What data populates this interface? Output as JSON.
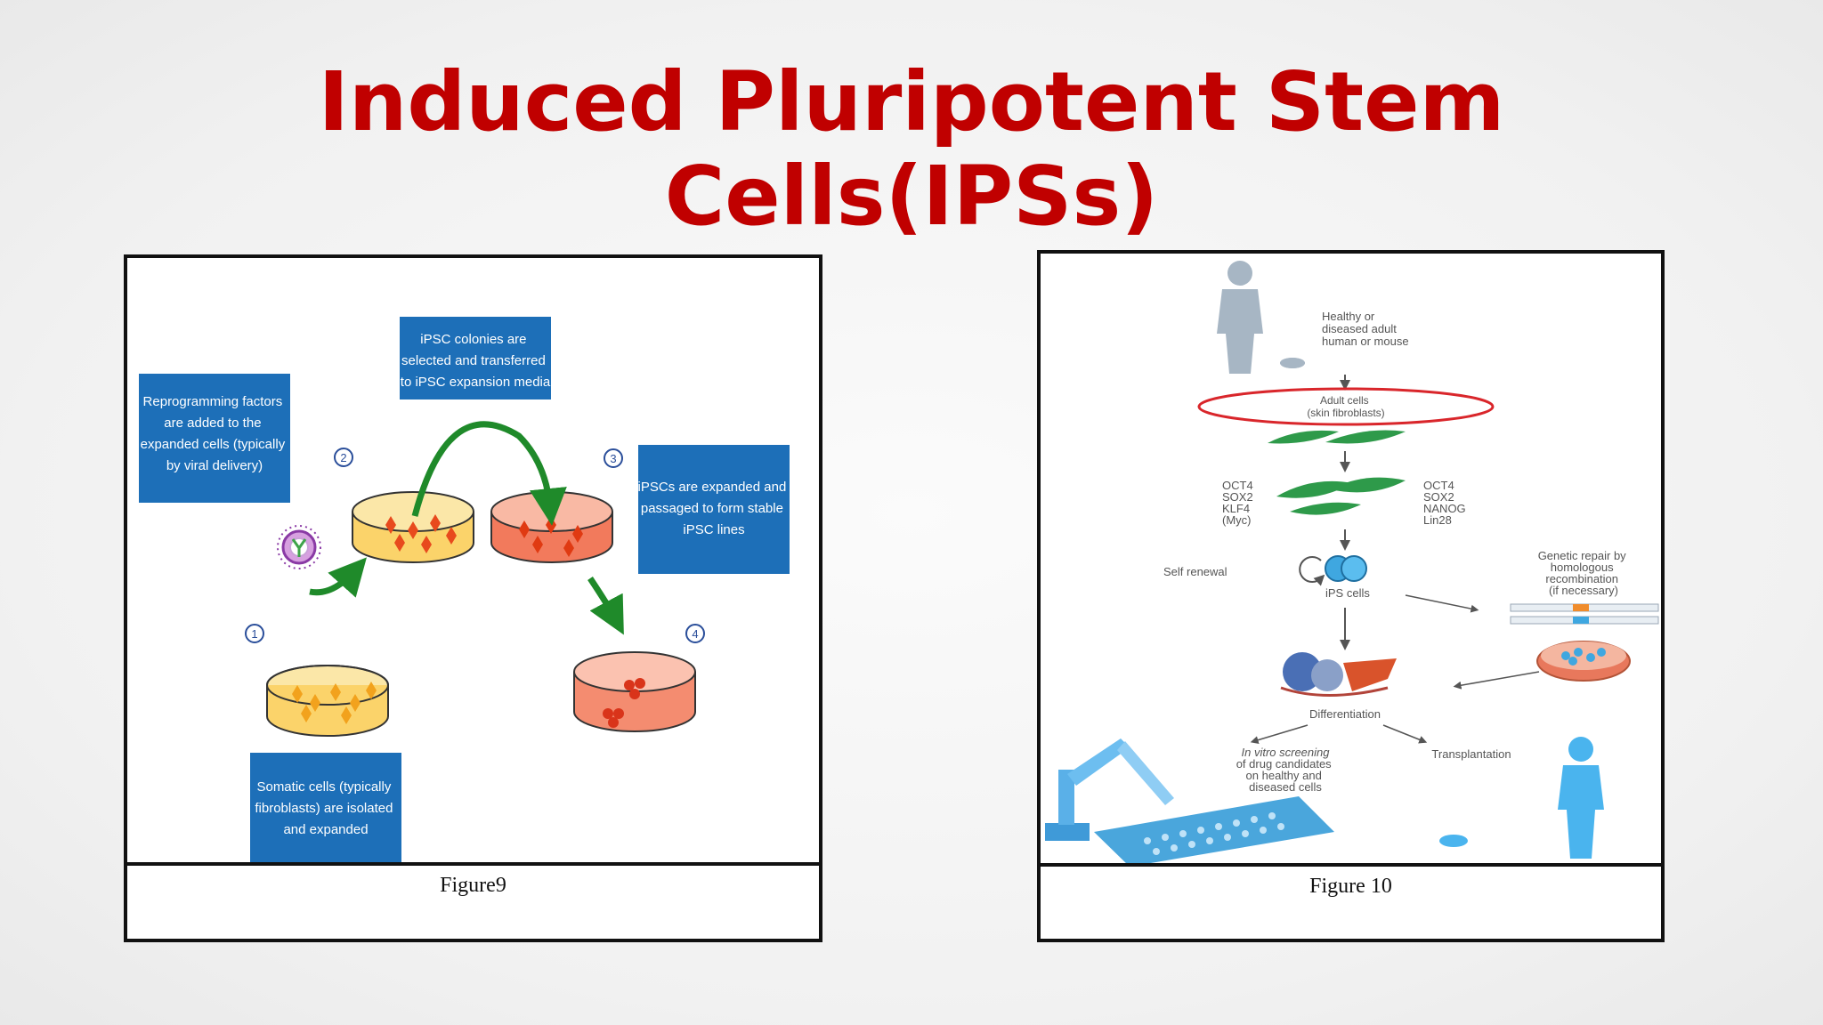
{
  "slide": {
    "title_line1": "Induced Pluripotent Stem",
    "title_line2": "Cells(IPSs)",
    "title_color": "#c00000"
  },
  "figure9": {
    "caption": "Figure9",
    "box_somatic": [
      "Somatic cells (typically",
      "fibroblasts) are isolated",
      "and expanded"
    ],
    "box_reprogramming": [
      "Reprogramming factors",
      "are added to the",
      "expanded cells (typically",
      "by viral delivery)"
    ],
    "box_colonies": [
      "iPSC colonies are",
      "selected and transferred",
      "to iPSC expansion media"
    ],
    "box_expanded": [
      "iPSCs are expanded and",
      "passaged to form stable",
      "iPSC lines"
    ],
    "step1": "1",
    "step2": "2",
    "step3": "3",
    "step4": "4",
    "box_color": "#1d6fb8",
    "arrow_color": "#1f8a2a"
  },
  "figure10": {
    "caption": "Figure 10",
    "source_label": [
      "Healthy or",
      "diseased adult",
      "human or mouse"
    ],
    "adult_cells": [
      "Adult cells",
      "(skin fibroblasts)"
    ],
    "factors_left": [
      "OCT4",
      "SOX2",
      "KLF4",
      "(Myc)"
    ],
    "factors_right": [
      "OCT4",
      "SOX2",
      "NANOG",
      "Lin28"
    ],
    "self_renewal": "Self renewal",
    "ips_cells": "iPS cells",
    "genetic_repair": [
      "Genetic repair by",
      "homologous",
      "recombination",
      "(if necessary)"
    ],
    "differentiation": "Differentiation",
    "screening": [
      "In vitro screening",
      "of drug candidates",
      "on healthy and",
      "diseased cells"
    ],
    "transplantation": "Transplantation"
  }
}
